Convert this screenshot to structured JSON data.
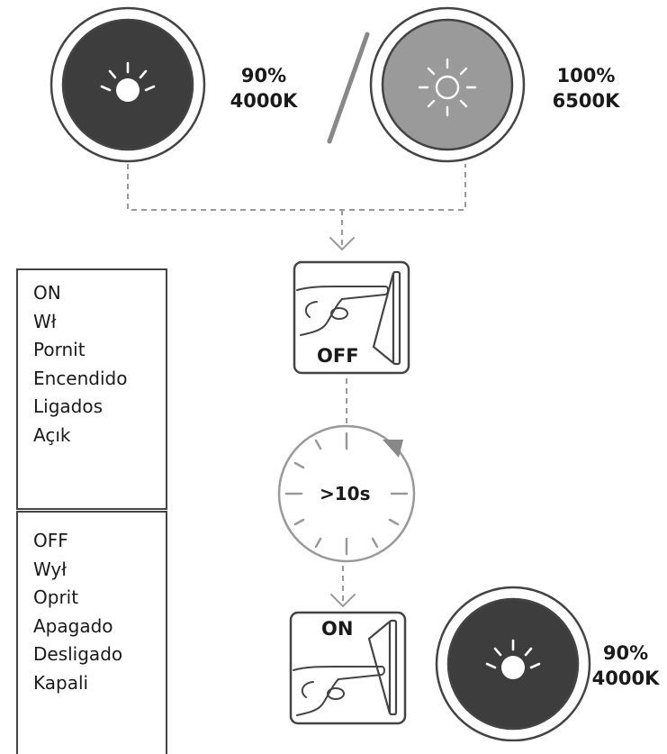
{
  "lamp_states": {
    "first": {
      "brightness": "90%",
      "color_temp": "4000K",
      "color": "#3d3d3d"
    },
    "second": {
      "brightness": "100%",
      "color_temp": "6500K",
      "color": "#9a9a9a"
    },
    "final": {
      "brightness": "90%",
      "color_temp": "4000K",
      "color": "#3d3d3d"
    }
  },
  "switch_off": {
    "label": "OFF"
  },
  "timer": {
    "label": ">10s"
  },
  "switch_on": {
    "label": "ON"
  },
  "legend_on": {
    "items": [
      "ON",
      "Wł",
      "Pornit",
      "Encendido",
      "Ligados",
      "Açık"
    ]
  },
  "legend_off": {
    "items": [
      "OFF",
      "Wył",
      "Oprit",
      "Apagado",
      "Desligado",
      "Kapali"
    ]
  },
  "icons": [
    "sun-icon",
    "hand-press-icon",
    "rocker-switch-icon",
    "timer-dial-icon",
    "arrow-down-icon"
  ],
  "colors": {
    "stroke": "#444444",
    "connector": "#999999",
    "lamp_dark": "#3d3d3d",
    "lamp_light": "#9a9a9a"
  }
}
